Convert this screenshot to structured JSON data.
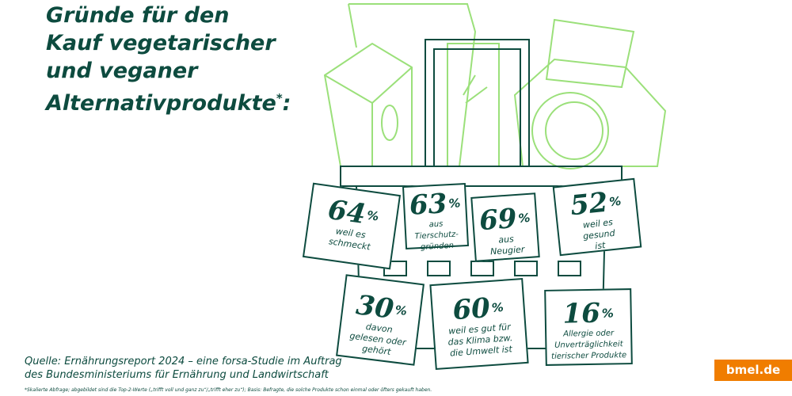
{
  "title": {
    "lines": [
      "Gründe für den",
      "Kauf vegetarischer",
      "und veganer",
      "Alternativprodukte"
    ],
    "asterisk": "*",
    "colon": ":"
  },
  "notes": [
    {
      "value": "64",
      "unit": "%",
      "label": "weil es schmeckt"
    },
    {
      "value": "63",
      "unit": "%",
      "label": "aus Tierschutz-gründen"
    },
    {
      "value": "69",
      "unit": "%",
      "label": "aus Neugier"
    },
    {
      "value": "52",
      "unit": "%",
      "label": "weil es gesund ist"
    },
    {
      "value": "30",
      "unit": "%",
      "label": "davon gelesen oder gehört"
    },
    {
      "value": "60",
      "unit": "%",
      "label": "weil es gut für das Klima bzw. die Umwelt ist"
    },
    {
      "value": "16",
      "unit": "%",
      "label": "Allergie oder Unverträglichkeit tierischer Produkte"
    }
  ],
  "source": {
    "line1": "Quelle: Ernährungsreport 2024 – eine forsa-Studie im Auftrag",
    "line2": "des Bundesministeriums für Ernährung und Landwirtschaft"
  },
  "footnote": "*Skalierte Abfrage; abgebildet sind die Top-2-Werte („trifft voll und ganz zu“/„trifft eher zu“); Basis: Befragte, die solche Produkte schon einmal oder öfters gekauft haben.",
  "badge": "bmel.de",
  "colors": {
    "dark": "#0d4b3f",
    "light": "#9be07a",
    "orange": "#f07d00"
  }
}
